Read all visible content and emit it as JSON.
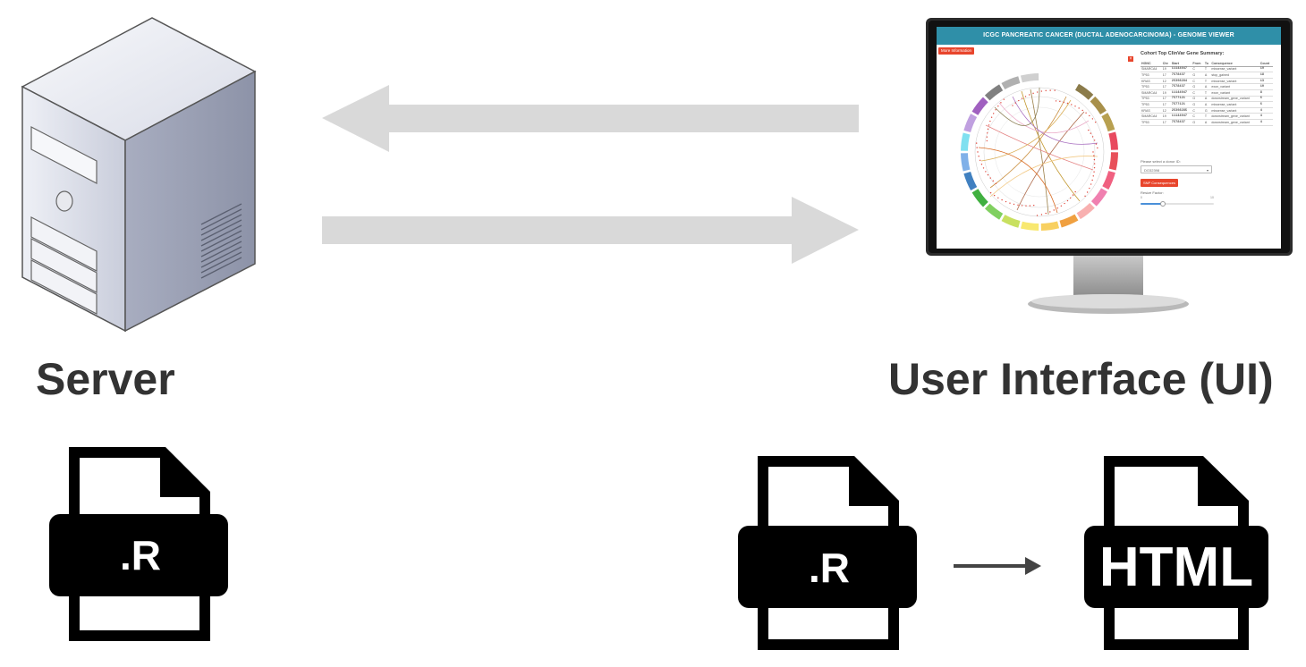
{
  "labels": {
    "server": "Server",
    "ui": "User Interface (UI)"
  },
  "files": {
    "server_file": ".R",
    "ui_file": ".R",
    "output_file": "HTML"
  },
  "icons": {
    "server": "server-tower-icon",
    "monitor": "computer-monitor-icon",
    "file": "document-file-icon",
    "arrow": "arrow-right-icon"
  },
  "colors": {
    "label_text": "#333333",
    "arrow_fill": "#d9d9d9",
    "file_icon": "#000000",
    "app_header": "#2f8fa8",
    "app_button": "#e8452c"
  },
  "app": {
    "title": "ICGC PANCREATIC CANCER (DUCTAL ADENOCARCINOMA) - GENOME VIEWER",
    "more_info_button": "More Information",
    "summary_title": "Cohort Top ClinVar Gene Summary:",
    "table_headers": [
      "HGNC",
      "Chr",
      "Start",
      "From",
      "To",
      "Consequence",
      "Count"
    ],
    "table_rows": [
      [
        "SMARCA4",
        "19",
        "11144047",
        "C",
        "T",
        "missense_variant",
        "19"
      ],
      [
        "TP53",
        "17",
        "7578437",
        "G",
        "A",
        "stop_gained",
        "18"
      ],
      [
        "KRAS",
        "12",
        "25398284",
        "C",
        "T",
        "missense_variant",
        "13"
      ],
      [
        "TP53",
        "17",
        "7578437",
        "G",
        "A",
        "exon_variant",
        "10"
      ],
      [
        "SMARCA4",
        "19",
        "11144047",
        "C",
        "T",
        "exon_variant",
        "8"
      ],
      [
        "TP53",
        "17",
        "7577121",
        "G",
        "A",
        "downstream_gene_variant",
        "6"
      ],
      [
        "TP53",
        "17",
        "7577121",
        "G",
        "A",
        "missense_variant",
        "6"
      ],
      [
        "KRAS",
        "12",
        "25398285",
        "C",
        "G",
        "missense_variant",
        "4"
      ],
      [
        "SMARCA4",
        "19",
        "11144047",
        "C",
        "T",
        "downstream_gene_variant",
        "4"
      ],
      [
        "TP53",
        "17",
        "7578437",
        "G",
        "A",
        "downstream_gene_variant",
        "4"
      ]
    ],
    "donor_label": "Please select a donor ID:",
    "donor_value": "DO32398",
    "snp_button": "SNP Consequences",
    "slider_label": "Resize Factor:",
    "slider_min": "0",
    "slider_max": "10",
    "slider_value": 3
  }
}
